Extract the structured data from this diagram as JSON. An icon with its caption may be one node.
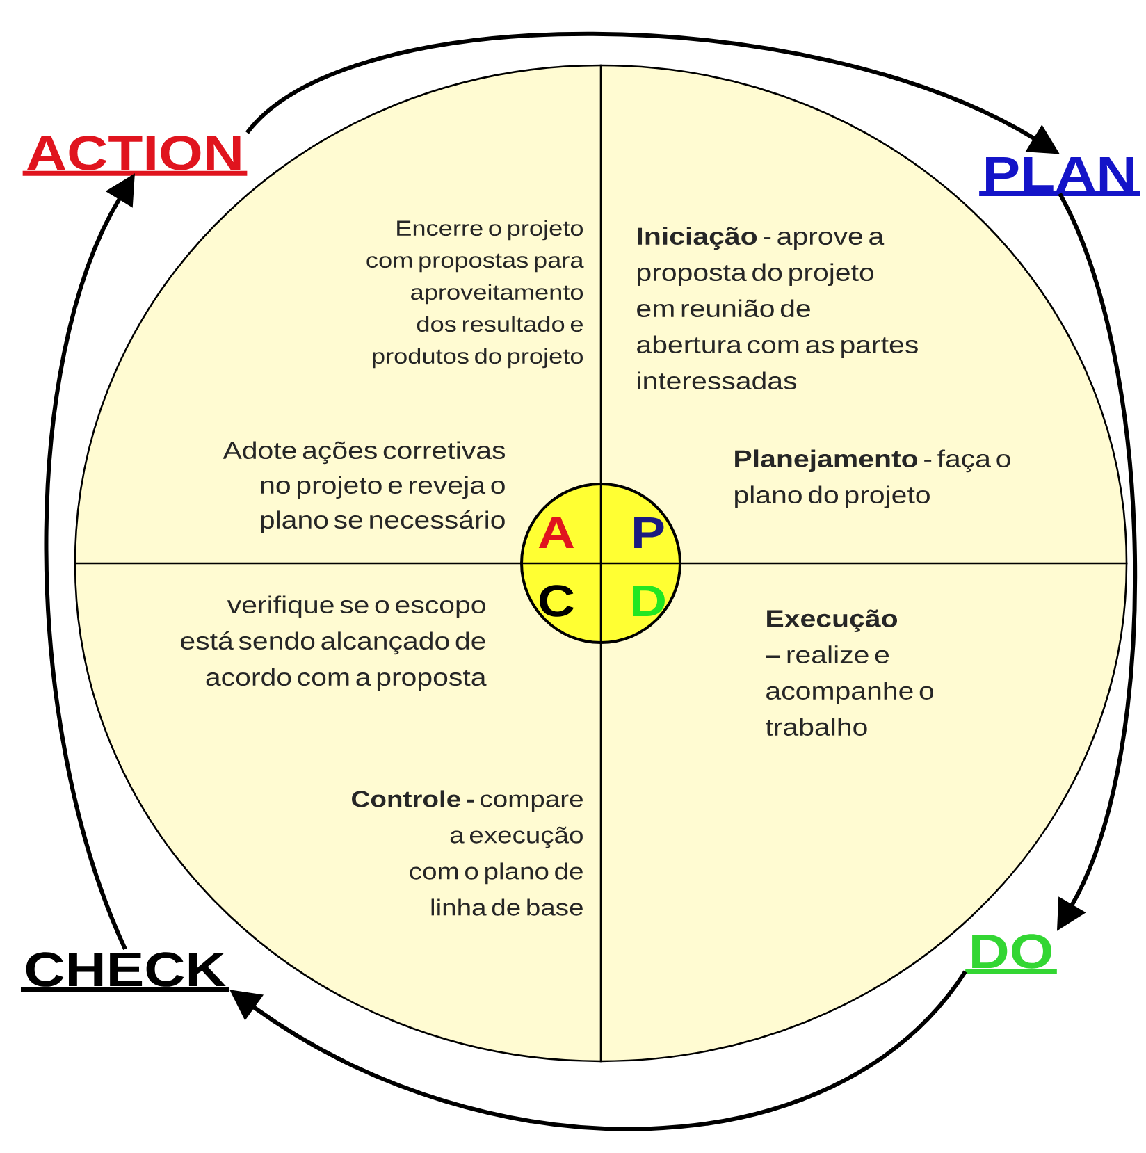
{
  "diagram": {
    "nodes": [
      {
        "text": [
          "Encerre o projeto com propostas para aproveitamento dos resultado e produtos do projeto",
          "**Iniciação** - aprove a proposta do projeto em reunião de abertura com as partes interessadas",
          "Adote ações corretivas no projeto e reveja o plano se necessário",
          "**Planejamento** - faça o plano do projeto",
          "verifique se o escopo está sendo alcançado de acordo com a proposta",
          "**Execução –** realize e acompanhe o trabalho",
          "**Controle -** compare a execução com o plano de linha de base"
        ]
      },
      {
        "text": [
          "A",
          "P",
          "C",
          "D"
        ],
        "in": 0
      },
      {
        "text": [
          "ACTION"
        ]
      },
      {
        "text": [
          "PLAN"
        ]
      },
      {
        "text": [
          "DO"
        ]
      },
      {
        "text": [
          "CHECK"
        ]
      }
    ],
    "edges": [
      {
        "from": 2,
        "to": 3,
        "arrow": "to"
      },
      {
        "from": 3,
        "to": 4,
        "arrow": "to"
      },
      {
        "from": 4,
        "to": 5,
        "arrow": "to"
      },
      {
        "from": 5,
        "to": 2,
        "arrow": "to"
      }
    ]
  }
}
